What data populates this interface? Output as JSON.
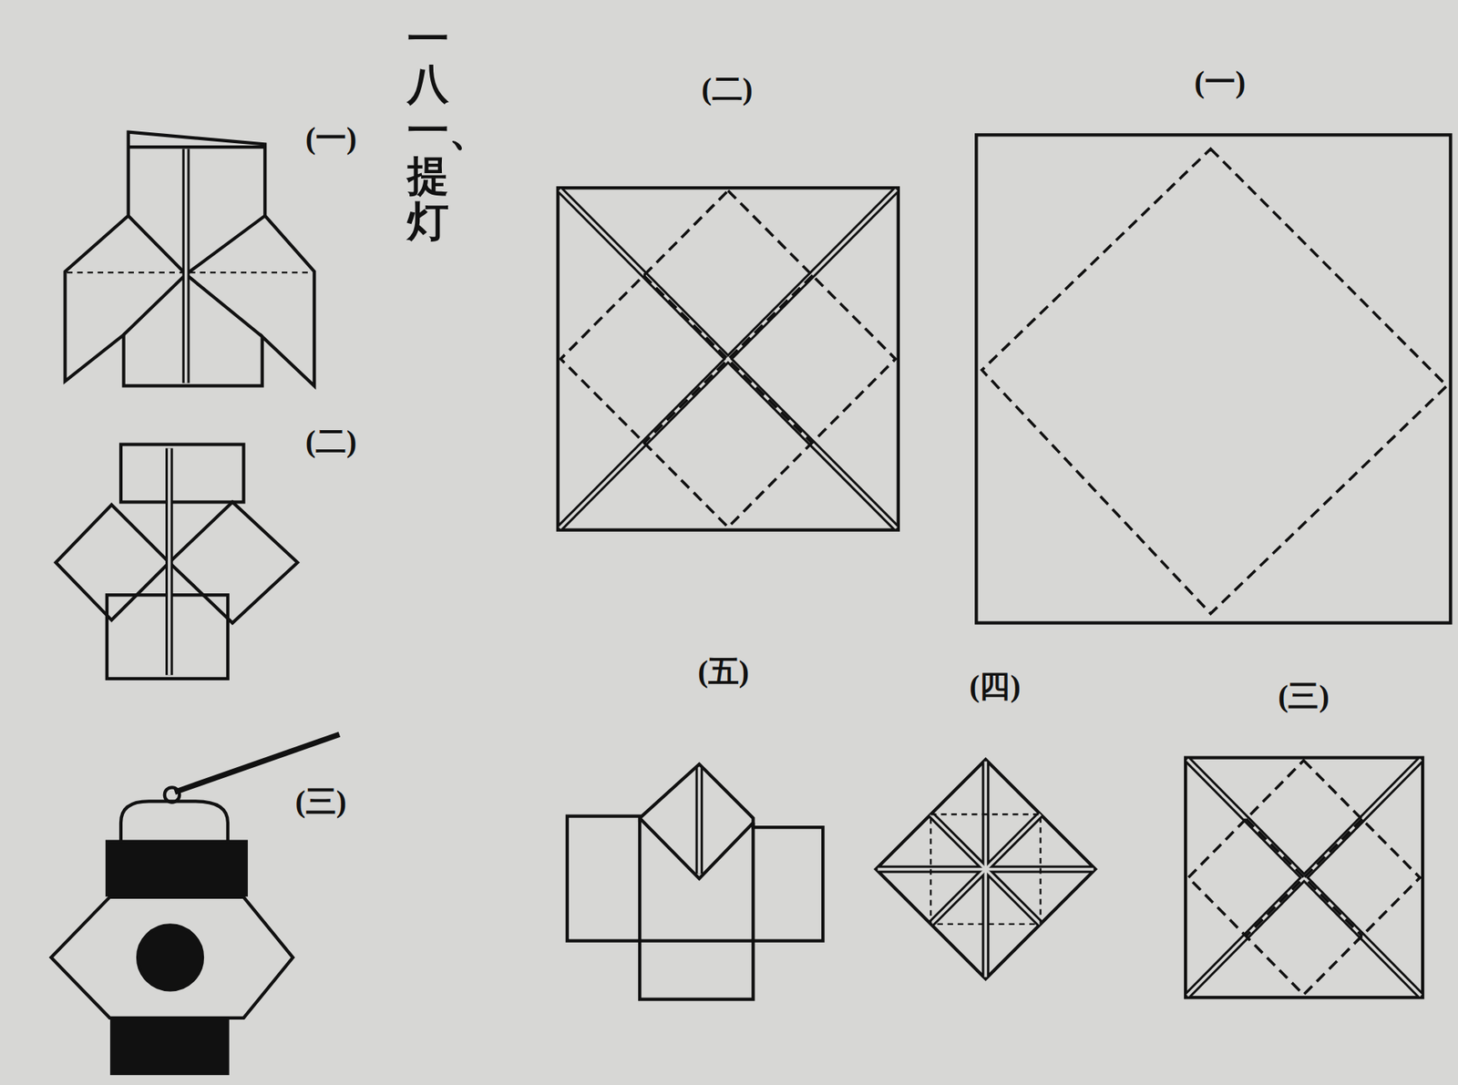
{
  "diagram": {
    "title": "一八一、提灯",
    "labels": [
      "(一)",
      "(二)",
      "(三)",
      "(四)",
      "(五)",
      "(一)",
      "(二)",
      "(三)"
    ]
  }
}
